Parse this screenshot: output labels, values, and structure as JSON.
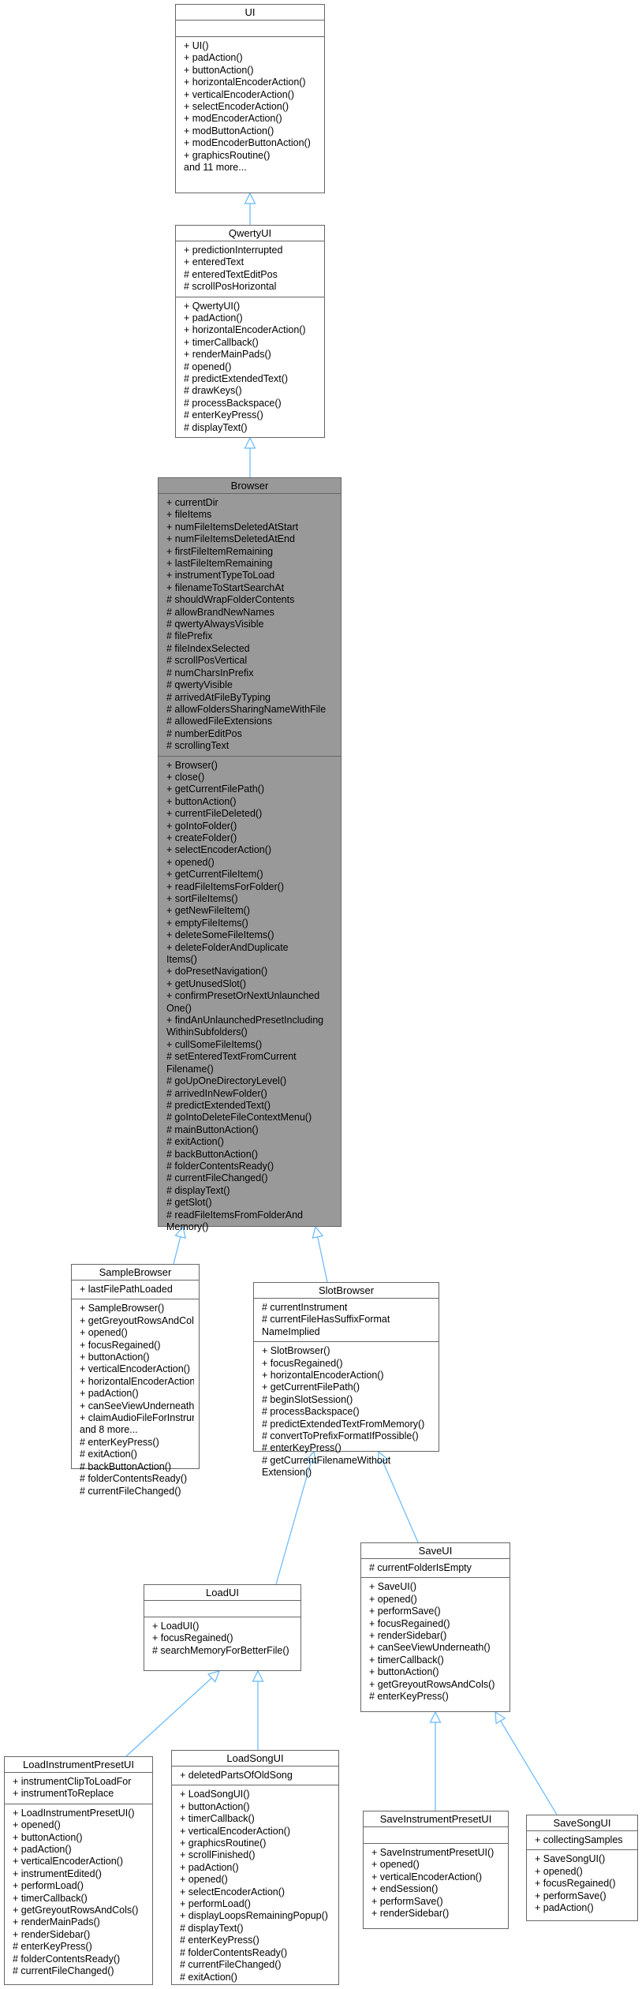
{
  "classes": [
    {
      "id": "UI",
      "name": "UI",
      "highlight": false,
      "attributes": [],
      "operations": [
        "+ UI()",
        "+ padAction()",
        "+ buttonAction()",
        "+ horizontalEncoderAction()",
        "+ verticalEncoderAction()",
        "+ selectEncoderAction()",
        "+ modEncoderAction()",
        "+ modButtonAction()",
        "+ modEncoderButtonAction()",
        "+ graphicsRoutine()",
        "and 11 more..."
      ]
    },
    {
      "id": "QwertyUI",
      "name": "QwertyUI",
      "highlight": false,
      "attributes": [
        "+ predictionInterrupted",
        "+ enteredText",
        "# enteredTextEditPos",
        "# scrollPosHorizontal"
      ],
      "operations": [
        "+ QwertyUI()",
        "+ padAction()",
        "+ horizontalEncoderAction()",
        "+ timerCallback()",
        "+ renderMainPads()",
        "# opened()",
        "# predictExtendedText()",
        "# drawKeys()",
        "# processBackspace()",
        "# enterKeyPress()",
        "# displayText()"
      ]
    },
    {
      "id": "Browser",
      "name": "Browser",
      "highlight": true,
      "attributes": [
        "+ currentDir",
        "+ fileItems",
        "+ numFileItemsDeletedAtStart",
        "+ numFileItemsDeletedAtEnd",
        "+ firstFileItemRemaining",
        "+ lastFileItemRemaining",
        "+ instrumentTypeToLoad",
        "+ filenameToStartSearchAt",
        "# shouldWrapFolderContents",
        "# allowBrandNewNames",
        "# qwertyAlwaysVisible",
        "# filePrefix",
        "# fileIndexSelected",
        "# scrollPosVertical",
        "# numCharsInPrefix",
        "# qwertyVisible",
        "# arrivedAtFileByTyping",
        "# allowFoldersSharingNameWithFile",
        "# allowedFileExtensions",
        "# numberEditPos",
        "# scrollingText"
      ],
      "operations": [
        "+ Browser()",
        "+ close()",
        "+ getCurrentFilePath()",
        "+ buttonAction()",
        "+ currentFileDeleted()",
        "+ goIntoFolder()",
        "+ createFolder()",
        "+ selectEncoderAction()",
        "+ opened()",
        "+ getCurrentFileItem()",
        "+ readFileItemsForFolder()",
        "+ sortFileItems()",
        "+ getNewFileItem()",
        "+ emptyFileItems()",
        "+ deleteSomeFileItems()",
        "+ deleteFolderAndDuplicate",
        "Items()",
        "+ doPresetNavigation()",
        "+ getUnusedSlot()",
        "+ confirmPresetOrNextUnlaunched",
        "One()",
        "+ findAnUnlaunchedPresetIncluding",
        "WithinSubfolders()",
        "+ cullSomeFileItems()",
        "# setEnteredTextFromCurrent",
        "Filename()",
        "# goUpOneDirectoryLevel()",
        "# arrivedInNewFolder()",
        "# predictExtendedText()",
        "# goIntoDeleteFileContextMenu()",
        "# mainButtonAction()",
        "# exitAction()",
        "# backButtonAction()",
        "# folderContentsReady()",
        "# currentFileChanged()",
        "# displayText()",
        "# getSlot()",
        "# readFileItemsFromFolderAnd",
        "Memory()"
      ]
    },
    {
      "id": "SampleBrowser",
      "name": "SampleBrowser",
      "highlight": false,
      "attributes": [
        "+ lastFilePathLoaded"
      ],
      "operations": [
        "+ SampleBrowser()",
        "+ getGreyoutRowsAndCols()",
        "+ opened()",
        "+ focusRegained()",
        "+ buttonAction()",
        "+ verticalEncoderAction()",
        "+ horizontalEncoderAction()",
        "+ padAction()",
        "+ canSeeViewUnderneath()",
        "+ claimAudioFileForInstrument()",
        "and 8 more...",
        "# enterKeyPress()",
        "# exitAction()",
        "# backButtonAction()",
        "# folderContentsReady()",
        "# currentFileChanged()"
      ]
    },
    {
      "id": "SlotBrowser",
      "name": "SlotBrowser",
      "highlight": false,
      "attributes": [
        "# currentInstrument",
        "# currentFileHasSuffixFormat",
        "NameImplied"
      ],
      "operations": [
        "+ SlotBrowser()",
        "+ focusRegained()",
        "+ horizontalEncoderAction()",
        "+ getCurrentFilePath()",
        "# beginSlotSession()",
        "# processBackspace()",
        "# predictExtendedTextFromMemory()",
        "# convertToPrefixFormatIfPossible()",
        "# enterKeyPress()",
        "# getCurrentFilenameWithout",
        "Extension()"
      ]
    },
    {
      "id": "LoadUI",
      "name": "LoadUI",
      "highlight": false,
      "attributes": [],
      "operations": [
        "+ LoadUI()",
        "+ focusRegained()",
        "# searchMemoryForBetterFile()"
      ]
    },
    {
      "id": "SaveUI",
      "name": "SaveUI",
      "highlight": false,
      "attributes": [
        "# currentFolderIsEmpty"
      ],
      "operations": [
        "+ SaveUI()",
        "+ opened()",
        "+ performSave()",
        "+ focusRegained()",
        "+ renderSidebar()",
        "+ canSeeViewUnderneath()",
        "+ timerCallback()",
        "+ buttonAction()",
        "+ getGreyoutRowsAndCols()",
        "# enterKeyPress()"
      ]
    },
    {
      "id": "LoadInstrumentPresetUI",
      "name": "LoadInstrumentPresetUI",
      "highlight": false,
      "attributes": [
        "+ instrumentClipToLoadFor",
        "+ instrumentToReplace"
      ],
      "operations": [
        "+ LoadInstrumentPresetUI()",
        "+ opened()",
        "+ buttonAction()",
        "+ padAction()",
        "+ verticalEncoderAction()",
        "+ instrumentEdited()",
        "+ performLoad()",
        "+ timerCallback()",
        "+ getGreyoutRowsAndCols()",
        "+ renderMainPads()",
        "+ renderSidebar()",
        "# enterKeyPress()",
        "# folderContentsReady()",
        "# currentFileChanged()"
      ]
    },
    {
      "id": "LoadSongUI",
      "name": "LoadSongUI",
      "highlight": false,
      "attributes": [
        "+ deletedPartsOfOldSong"
      ],
      "operations": [
        "+ LoadSongUI()",
        "+ buttonAction()",
        "+ timerCallback()",
        "+ verticalEncoderAction()",
        "+ graphicsRoutine()",
        "+ scrollFinished()",
        "+ padAction()",
        "+ opened()",
        "+ selectEncoderAction()",
        "+ performLoad()",
        "+ displayLoopsRemainingPopup()",
        "# displayText()",
        "# enterKeyPress()",
        "# folderContentsReady()",
        "# currentFileChanged()",
        "# exitAction()"
      ]
    },
    {
      "id": "SaveInstrumentPresetUI",
      "name": "SaveInstrumentPresetUI",
      "highlight": false,
      "attributes": [],
      "operations": [
        "+ SaveInstrumentPresetUI()",
        "+ opened()",
        "+ verticalEncoderAction()",
        "+ endSession()",
        "+ performSave()",
        "+ renderSidebar()"
      ]
    },
    {
      "id": "SaveSongUI",
      "name": "SaveSongUI",
      "highlight": false,
      "attributes": [
        "+ collectingSamples"
      ],
      "operations": [
        "+ SaveSongUI()",
        "+ opened()",
        "+ focusRegained()",
        "+ performSave()",
        "+ padAction()"
      ]
    }
  ],
  "inheritance": [
    {
      "child": "QwertyUI",
      "parent": "UI"
    },
    {
      "child": "Browser",
      "parent": "QwertyUI"
    },
    {
      "child": "SampleBrowser",
      "parent": "Browser"
    },
    {
      "child": "SlotBrowser",
      "parent": "Browser"
    },
    {
      "child": "LoadUI",
      "parent": "SlotBrowser"
    },
    {
      "child": "SaveUI",
      "parent": "SlotBrowser"
    },
    {
      "child": "LoadInstrumentPresetUI",
      "parent": "LoadUI"
    },
    {
      "child": "LoadSongUI",
      "parent": "LoadUI"
    },
    {
      "child": "SaveInstrumentPresetUI",
      "parent": "SaveUI"
    },
    {
      "child": "SaveSongUI",
      "parent": "SaveUI"
    }
  ],
  "colors": {
    "box_border": "#666666",
    "highlight_fill": "#999999",
    "arrow": "#63b8ff"
  }
}
